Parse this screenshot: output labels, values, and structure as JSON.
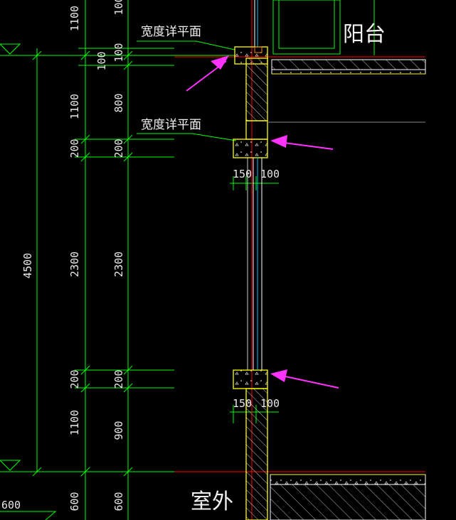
{
  "drawing": {
    "labels": {
      "note_top": "宽度详平面",
      "note_mid": "宽度详平面",
      "balcony": "阳台",
      "exterior": "室外"
    },
    "dimensions": {
      "top_cut_left": "1100",
      "top_cut_right": "100",
      "col1_total": "4500",
      "col2_a": "100",
      "col2_b": "1100",
      "col2_c": "200",
      "col2_d": "2300",
      "col2_e": "200",
      "col2_f": "1100",
      "col2_g": "600",
      "col3_a": "100",
      "col3_b": "800",
      "col3_c": "200",
      "col3_d": "2300",
      "col3_e": "200",
      "col3_f": "900",
      "col3_g": "600",
      "sill_upper_left": "150",
      "sill_upper_right": "100",
      "sill_lower_left": "150",
      "sill_lower_right": "100",
      "level_mark": "600"
    },
    "colors": {
      "background": "#000000",
      "dimension_line": "#00ff00",
      "wall_outline": "#ffff00",
      "axis_red": "#ff0000",
      "arrow_magenta": "#ff33ff",
      "text": "#ffffff",
      "hatch": "#e0e0e0",
      "glass_line": "#00c8ff"
    }
  }
}
